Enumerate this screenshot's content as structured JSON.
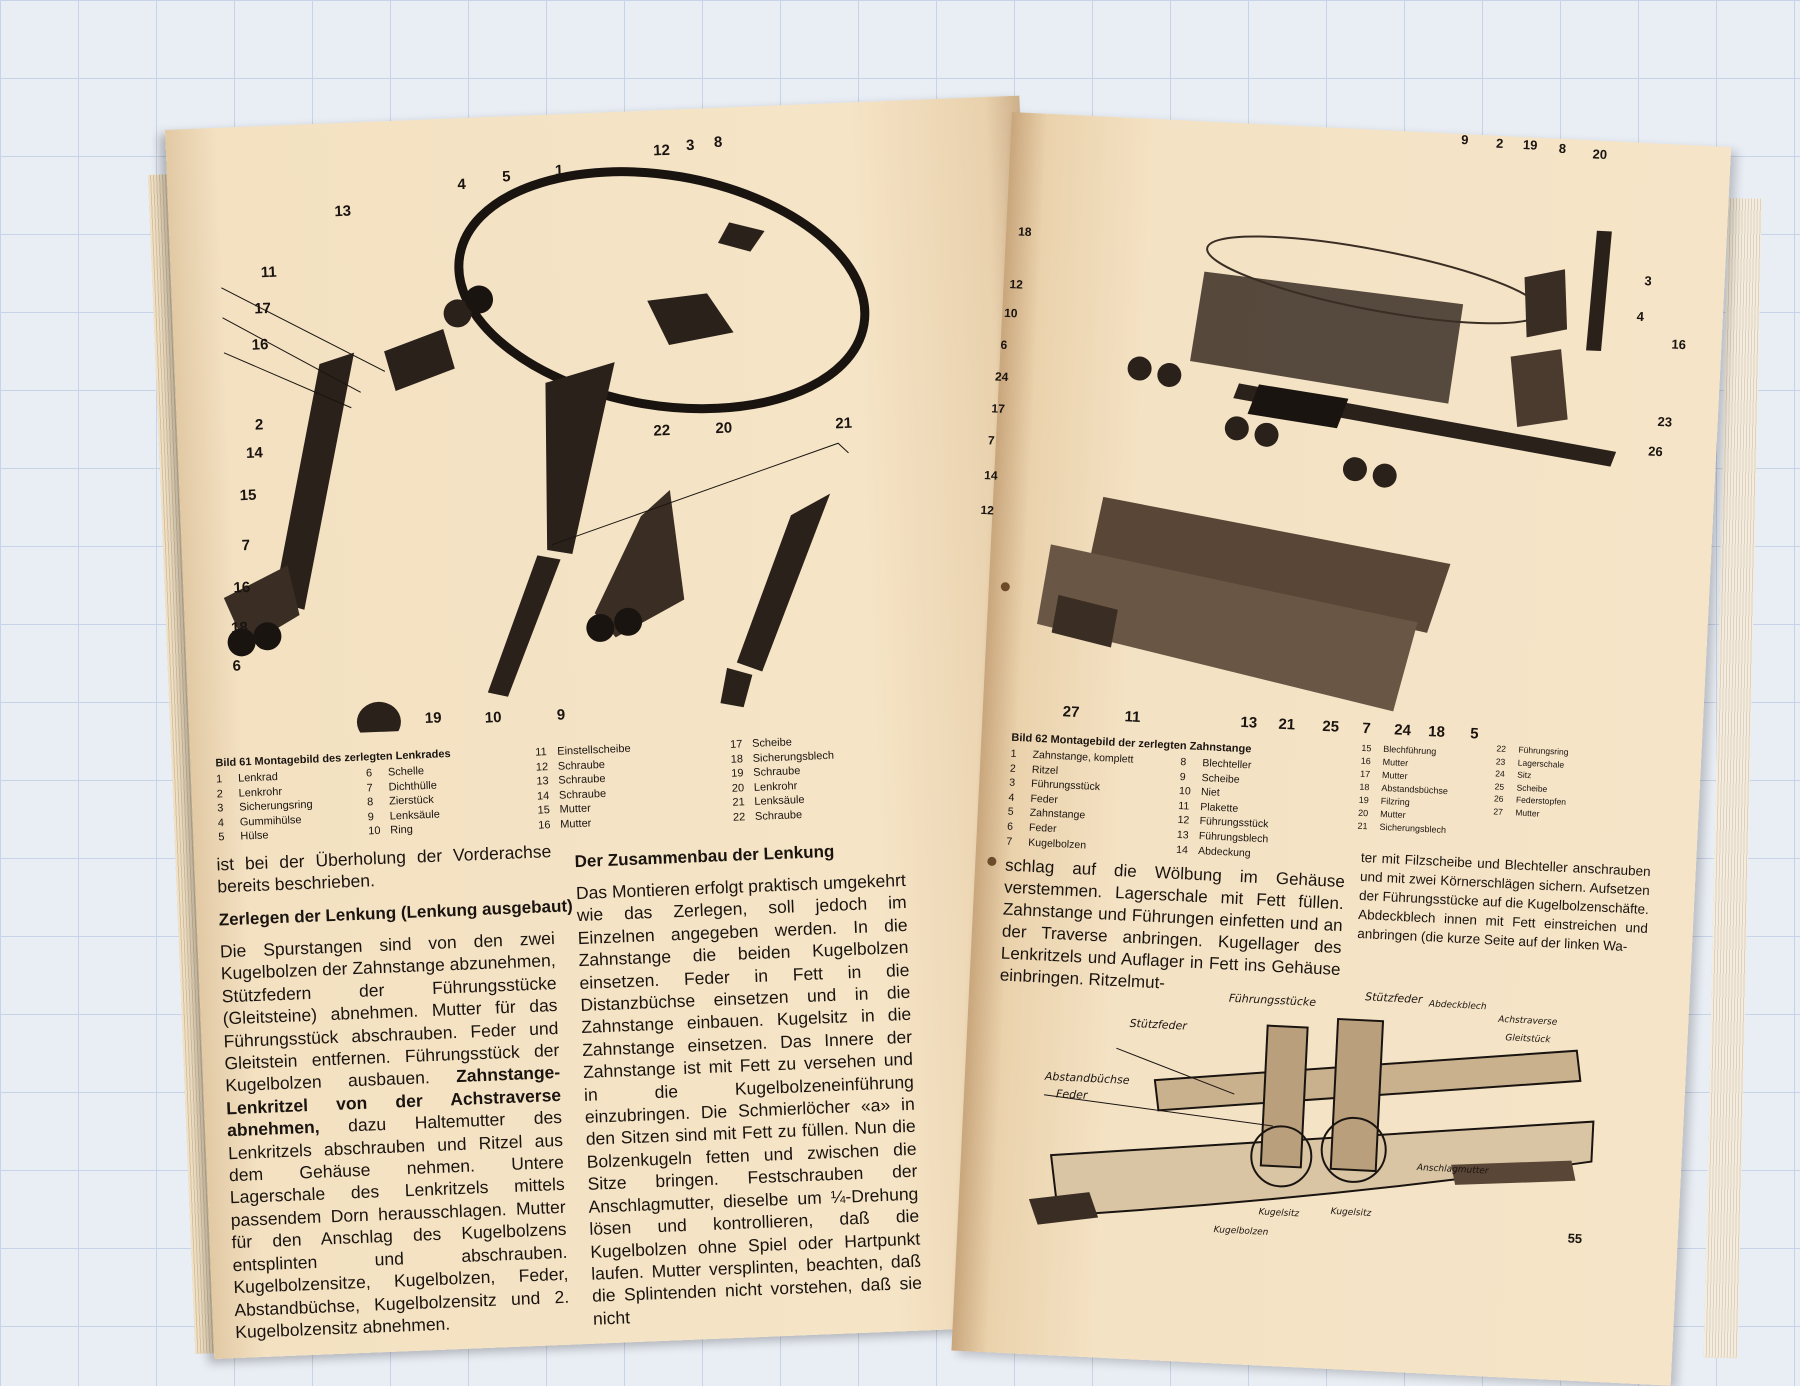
{
  "left": {
    "figure_labels": [
      "1",
      "12",
      "3",
      "8",
      "13",
      "4",
      "5",
      "11",
      "17",
      "16",
      "2",
      "14",
      "15",
      "7",
      "16",
      "18",
      "6",
      "19",
      "10",
      "9",
      "22",
      "20",
      "21"
    ],
    "caption_title": "Bild 61  Montagebild des zerlegten Lenkrades",
    "caption_cols": [
      [
        [
          "1",
          "Lenkrad"
        ],
        [
          "2",
          "Lenkrohr"
        ],
        [
          "3",
          "Sicherungsring"
        ],
        [
          "4",
          "Gummihülse"
        ],
        [
          "5",
          "Hülse"
        ]
      ],
      [
        [
          "6",
          "Schelle"
        ],
        [
          "7",
          "Dichthülle"
        ],
        [
          "8",
          "Zierstück"
        ],
        [
          "9",
          "Lenksäule"
        ],
        [
          "10",
          "Ring"
        ]
      ],
      [
        [
          "11",
          "Einstellscheibe"
        ],
        [
          "12",
          "Schraube"
        ],
        [
          "13",
          "Schraube"
        ],
        [
          "14",
          "Schraube"
        ],
        [
          "15",
          "Mutter"
        ],
        [
          "16",
          "Mutter"
        ]
      ],
      [
        [
          "17",
          "Scheibe"
        ],
        [
          "18",
          "Sicherungsblech"
        ],
        [
          "19",
          "Schraube"
        ],
        [
          "20",
          "Lenkrohr"
        ],
        [
          "21",
          "Lenksäule"
        ],
        [
          "22",
          "Schraube"
        ]
      ]
    ],
    "col1_intro": "ist bei der Überholung der Vorderachse bereits beschrieben.",
    "col1_heading": "Zerlegen der Lenkung (Lenkung ausgebaut)",
    "col1_p1": "Die Spurstangen sind von den zwei Kugelbolzen der Zahnstange abzunehmen, Stützfedern der Führungsstücke (Gleitsteine) abnehmen. Mutter für das Führungsstück abschrauben. Feder und Gleitstein entfernen. Führungsstück der Kugelbolzen ausbauen.",
    "col1_bold": "Zahnstange-Lenkritzel von der Achstraverse abnehmen,",
    "col1_p2": "dazu Haltemutter des Lenkritzels abschrauben und Ritzel aus dem Gehäuse nehmen. Untere Lagerschale des Lenkritzels mittels passendem Dorn herausschlagen. Mutter für den Anschlag des Kugelbolzens entsplinten und abschrauben. Kugelbolzensitze, Kugelbolzen, Feder, Abstandbüchse, Kugelbolzensitz und 2. Kugelbolzensitz abnehmen.",
    "col2_heading": "Der Zusammenbau der Lenkung",
    "col2_p1": "Das Montieren erfolgt praktisch umgekehrt wie das Zerlegen, soll jedoch im Einzelnen angegeben werden. In die Zahnstange die beiden Kugelbolzen einsetzen. Feder in Fett in die Distanzbüchse einsetzen und in die Zahnstange einbauen. Kugelsitz in die Zahnstange einsetzen. Das Innere der Zahnstange ist mit Fett zu versehen und in die Kugelbolzeneinführung einzubringen. Die Schmierlöcher «a» in den Sitzen sind mit Fett zu füllen. Nun die Bolzenkugeln fetten und zwischen die Sitze bringen. Festschrauben der Anschlagmutter, dieselbe um ¼-Drehung lösen und kontrollieren, daß die Kugelbolzen ohne Spiel oder Hartpunkt laufen. Mutter versplinten, beachten, daß die Splintenden nicht vorstehen, daß sie nicht"
  },
  "right": {
    "figure_labels_top": [
      "9",
      "2",
      "19",
      "8",
      "20",
      "3",
      "4",
      "16",
      "23",
      "26"
    ],
    "figure_labels_left": [
      "18",
      "12",
      "10",
      "6",
      "24",
      "17",
      "7",
      "14",
      "12"
    ],
    "figure_labels_bottom": [
      "27",
      "11",
      "13",
      "21",
      "25",
      "7",
      "24",
      "18",
      "5"
    ],
    "caption_title": "Bild 62  Montagebild der zerlegten Zahnstange",
    "caption_cols": [
      [
        [
          "1",
          "Zahnstange, komplett"
        ],
        [
          "2",
          "Ritzel"
        ],
        [
          "3",
          "Führungsstück"
        ],
        [
          "4",
          "Feder"
        ],
        [
          "5",
          "Zahnstange"
        ],
        [
          "6",
          "Feder"
        ],
        [
          "7",
          "Kugelbolzen"
        ]
      ],
      [
        [
          "8",
          "Blechteller"
        ],
        [
          "9",
          "Scheibe"
        ],
        [
          "10",
          "Niet"
        ],
        [
          "11",
          "Plakette"
        ],
        [
          "12",
          "Führungsstück"
        ],
        [
          "13",
          "Führungsblech"
        ],
        [
          "14",
          "Abdeckung"
        ]
      ],
      [
        [
          "15",
          "Blechführung"
        ],
        [
          "16",
          "Mutter"
        ],
        [
          "17",
          "Mutter"
        ],
        [
          "18",
          "Abstandsbüchse"
        ],
        [
          "19",
          "Filzring"
        ],
        [
          "20",
          "Mutter"
        ],
        [
          "21",
          "Sicherungsblech"
        ]
      ],
      [
        [
          "22",
          "Führungsring"
        ],
        [
          "23",
          "Lagerschale"
        ],
        [
          "24",
          "Sitz"
        ],
        [
          "25",
          "Scheibe"
        ],
        [
          "26",
          "Federstopfen"
        ],
        [
          "27",
          "Mutter"
        ]
      ]
    ],
    "col1_text": "schlag auf die Wölbung im Gehäuse verstemmen. Lagerschale mit Fett füllen. Zahnstange und Führungen einfetten und an der Traverse anbringen. Kugellager des Lenkritzels und Auflager in Fett ins Gehäuse einbringen. Ritzelmut-",
    "col2_text": "ter mit Filzscheibe und Blechteller anschrauben und mit zwei Körnerschlägen sichern. Aufsetzen der Führungsstücke auf die Kugelbolzenschäfte. Abdeckblech innen mit Fett einstreichen und anbringen (die kurze Seite auf der linken Wa-",
    "diagram_labels": [
      "Führungsstücke",
      "Stützfeder",
      "Abdeckblech",
      "Achstraverse",
      "Gleitstück",
      "Stützfeder",
      "Abstandbüchse",
      "Feder",
      "Anschlagmutter",
      "Kugelsitz",
      "Kugelsitz",
      "Kugelbolzen"
    ],
    "page_number": "55"
  }
}
